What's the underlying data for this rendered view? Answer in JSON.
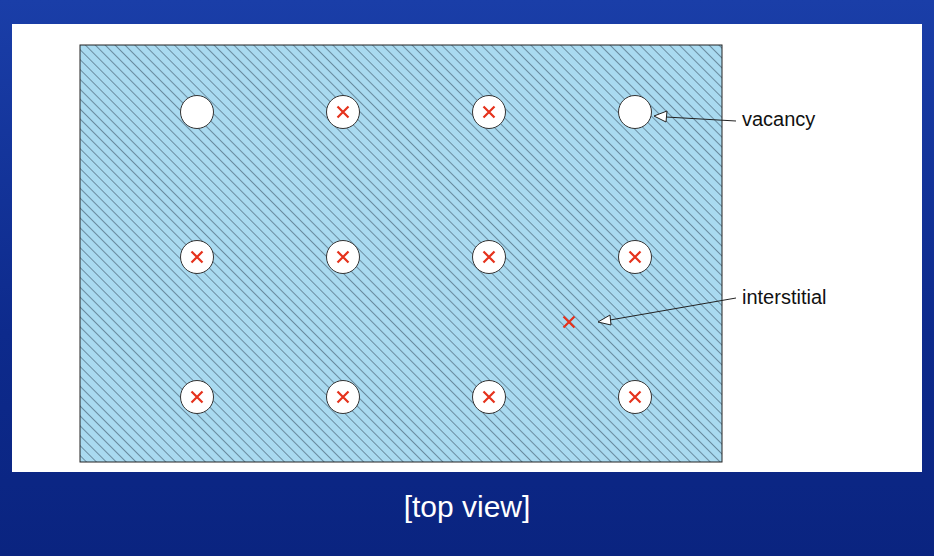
{
  "diagram": {
    "labels": [
      "vacancy",
      "interstitial",
      "[top view]"
    ]
  }
}
